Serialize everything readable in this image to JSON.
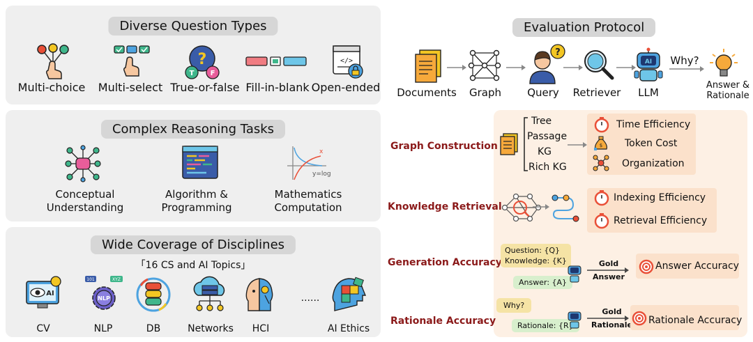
{
  "question_types": {
    "title": "Diverse Question Types",
    "items": [
      "Multi-choice",
      "Multi-select",
      "True-or-false",
      "Fill-in-blank",
      "Open-ended"
    ]
  },
  "reasoning": {
    "title": "Complex Reasoning Tasks",
    "items": [
      {
        "l1": "Conceptual",
        "l2": "Understanding"
      },
      {
        "l1": "Algorithm &",
        "l2": "Programming"
      },
      {
        "l1": "Mathematics",
        "l2": "Computation"
      }
    ]
  },
  "disciplines": {
    "title": "Wide Coverage of Disciplines",
    "subtitle": "「16 CS and AI Topics」",
    "items": [
      "CV",
      "NLP",
      "DB",
      "Networks",
      "HCI",
      "AI Ethics"
    ],
    "ellipsis": "......",
    "icon_text": {
      "ai": "AI",
      "nlp": "NLP",
      "num": "101",
      "xyz": "XYZ"
    }
  },
  "protocol": {
    "title": "Evaluation Protocol",
    "steps": [
      "Documents",
      "Graph",
      "Query",
      "Retriever",
      "LLM"
    ],
    "why": "Why?",
    "final_l1": "Answer &",
    "final_l2": "Rationale",
    "icon_text": {
      "q": "?",
      "ai": "AI"
    }
  },
  "graph_construction": {
    "label": "Graph Construction",
    "types": [
      "Tree",
      "Passage",
      "KG",
      "Rich KG"
    ],
    "metrics": [
      "Time Efficiency",
      "Token Cost",
      "Organization"
    ]
  },
  "knowledge_retrieval": {
    "label": "Knowledge Retrieval",
    "metrics": [
      "Indexing Efficiency",
      "Retrieval Efficiency"
    ]
  },
  "generation_accuracy": {
    "label": "Generation Accuracy",
    "prompt_l1": "Question: {Q}",
    "prompt_l2": "Knowledge: {K}",
    "answer": "Answer: {A}",
    "gold_l1": "Gold",
    "gold_l2": "Answer",
    "metric": "Answer Accuracy"
  },
  "rationale_accuracy": {
    "label": "Rationale Accuracy",
    "prompt": "Why?",
    "answer": "Rationale: {R}",
    "gold_l1": "Gold",
    "gold_l2": "Rationale",
    "metric": "Rationale Accuracy"
  },
  "colors": {
    "section_label": "#8b1a1a",
    "metric_box": "#fbe1cb",
    "panel": "#efefef",
    "peach": "#fdf0e4"
  }
}
